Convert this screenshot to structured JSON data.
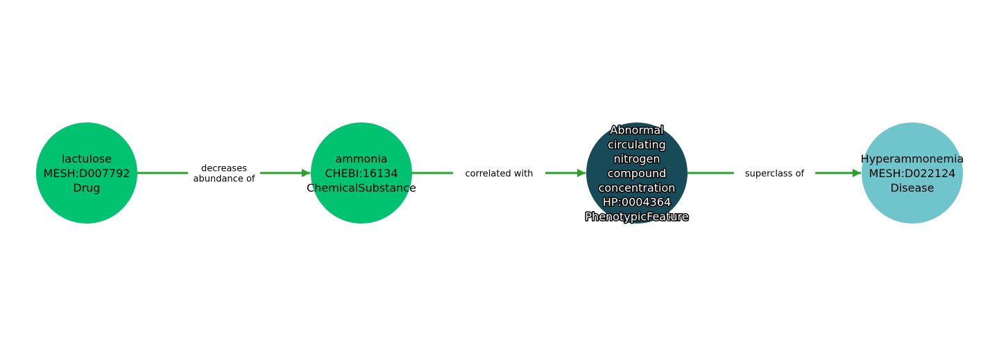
{
  "graph": {
    "edge_color": "#2ca02c",
    "nodes": [
      {
        "lines": [
          "lactulose",
          "MESH:D007792",
          "Drug"
        ],
        "color": "#00c271",
        "halo": false
      },
      {
        "lines": [
          "ammonia",
          "CHEBI:16134",
          "ChemicalSubstance"
        ],
        "color": "#00c271",
        "halo": false
      },
      {
        "lines": [
          "Abnormal",
          "circulating",
          "nitrogen",
          "compound",
          "concentration",
          "HP:0004364",
          "PhenotypicFeature"
        ],
        "color": "#174b57",
        "halo": true
      },
      {
        "lines": [
          "Hyperammonemia",
          "MESH:D022124",
          "Disease"
        ],
        "color": "#70c5cc",
        "halo": false
      }
    ],
    "edges": [
      {
        "from": 0,
        "to": 1,
        "lines": [
          "decreases",
          "abundance of"
        ]
      },
      {
        "from": 1,
        "to": 2,
        "lines": [
          "correlated with"
        ]
      },
      {
        "from": 2,
        "to": 3,
        "lines": [
          "superclass of"
        ]
      }
    ]
  }
}
